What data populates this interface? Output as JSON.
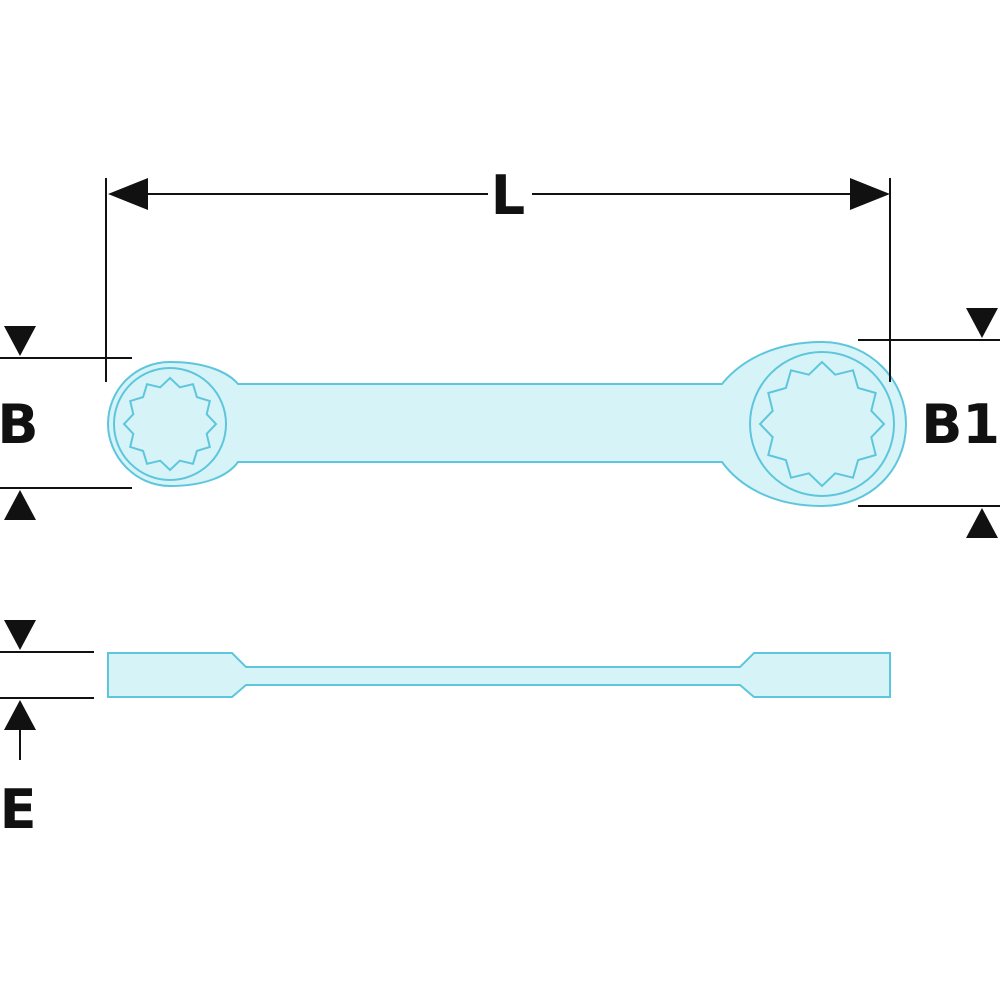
{
  "labels": {
    "length": "L",
    "width_small": "B",
    "width_large": "B1",
    "thickness": "E"
  },
  "colors": {
    "fill": "#d6f3f8",
    "stroke": "#5ec6dc",
    "ink": "#111111"
  }
}
